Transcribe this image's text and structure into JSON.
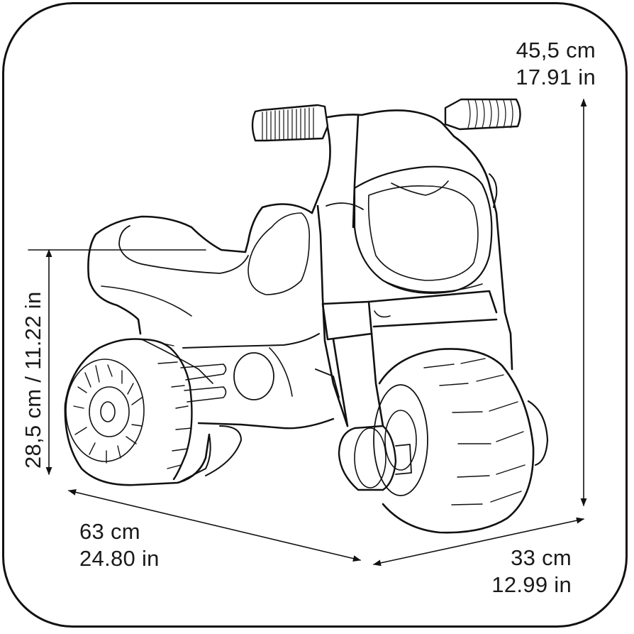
{
  "diagram": {
    "subject": "children's ride-on motorbike",
    "style": "black line drawing on white, rounded-rectangle frame",
    "colors": {
      "line": "#111111",
      "text": "#1a1a1a",
      "background": "#ffffff"
    }
  },
  "dimensions": {
    "height": {
      "metric": "45,5 cm",
      "imperial": "17.91 in",
      "arrow": "vertical, right side"
    },
    "seat_height": {
      "text": "28,5 cm / 11.22 in",
      "arrow": "vertical, left side, rotated label"
    },
    "length": {
      "metric": "63 cm",
      "imperial": "24.80 in",
      "arrow": "diagonal, bottom-left"
    },
    "width": {
      "metric": "33 cm",
      "imperial": "12.99 in",
      "arrow": "diagonal, bottom-right"
    }
  },
  "parts": [
    "handlebar-grips",
    "headlight-fairing",
    "seat",
    "side-panel",
    "front-fork",
    "front-wheel",
    "rear-wheel",
    "footrest-grooves"
  ]
}
